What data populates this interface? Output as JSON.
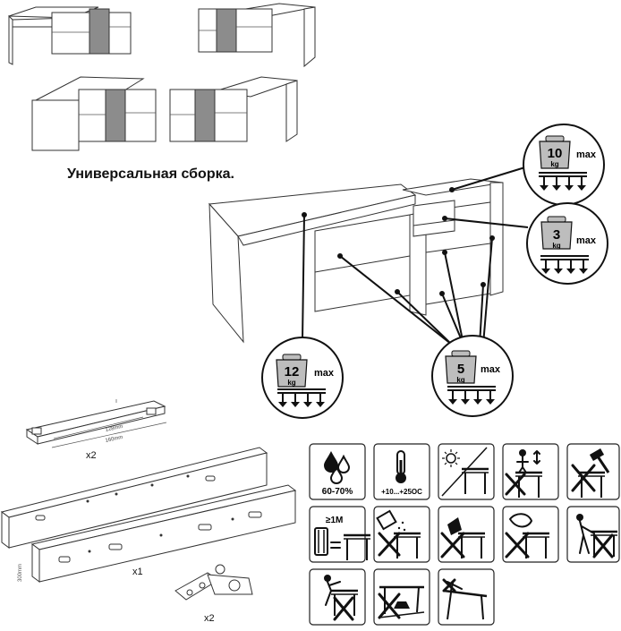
{
  "title": "Универсальная сборка.",
  "loads": {
    "top": {
      "value": "10",
      "unit": "kg",
      "max": "max"
    },
    "drawer": {
      "value": "3",
      "unit": "kg",
      "max": "max"
    },
    "desk": {
      "value": "12",
      "unit": "kg",
      "max": "max"
    },
    "shelves": {
      "value": "5",
      "unit": "kg",
      "max": "max"
    }
  },
  "rails": {
    "short_dim_inner": "128mm",
    "short_dim_outer": "160mm",
    "short_qty": "x2",
    "long_length": "300mm",
    "long_qty": "x1",
    "hinge_qty": "x2"
  },
  "care": {
    "humidity": "60-70%",
    "temperature": "+10...+25OC",
    "distance": "≥1M"
  }
}
